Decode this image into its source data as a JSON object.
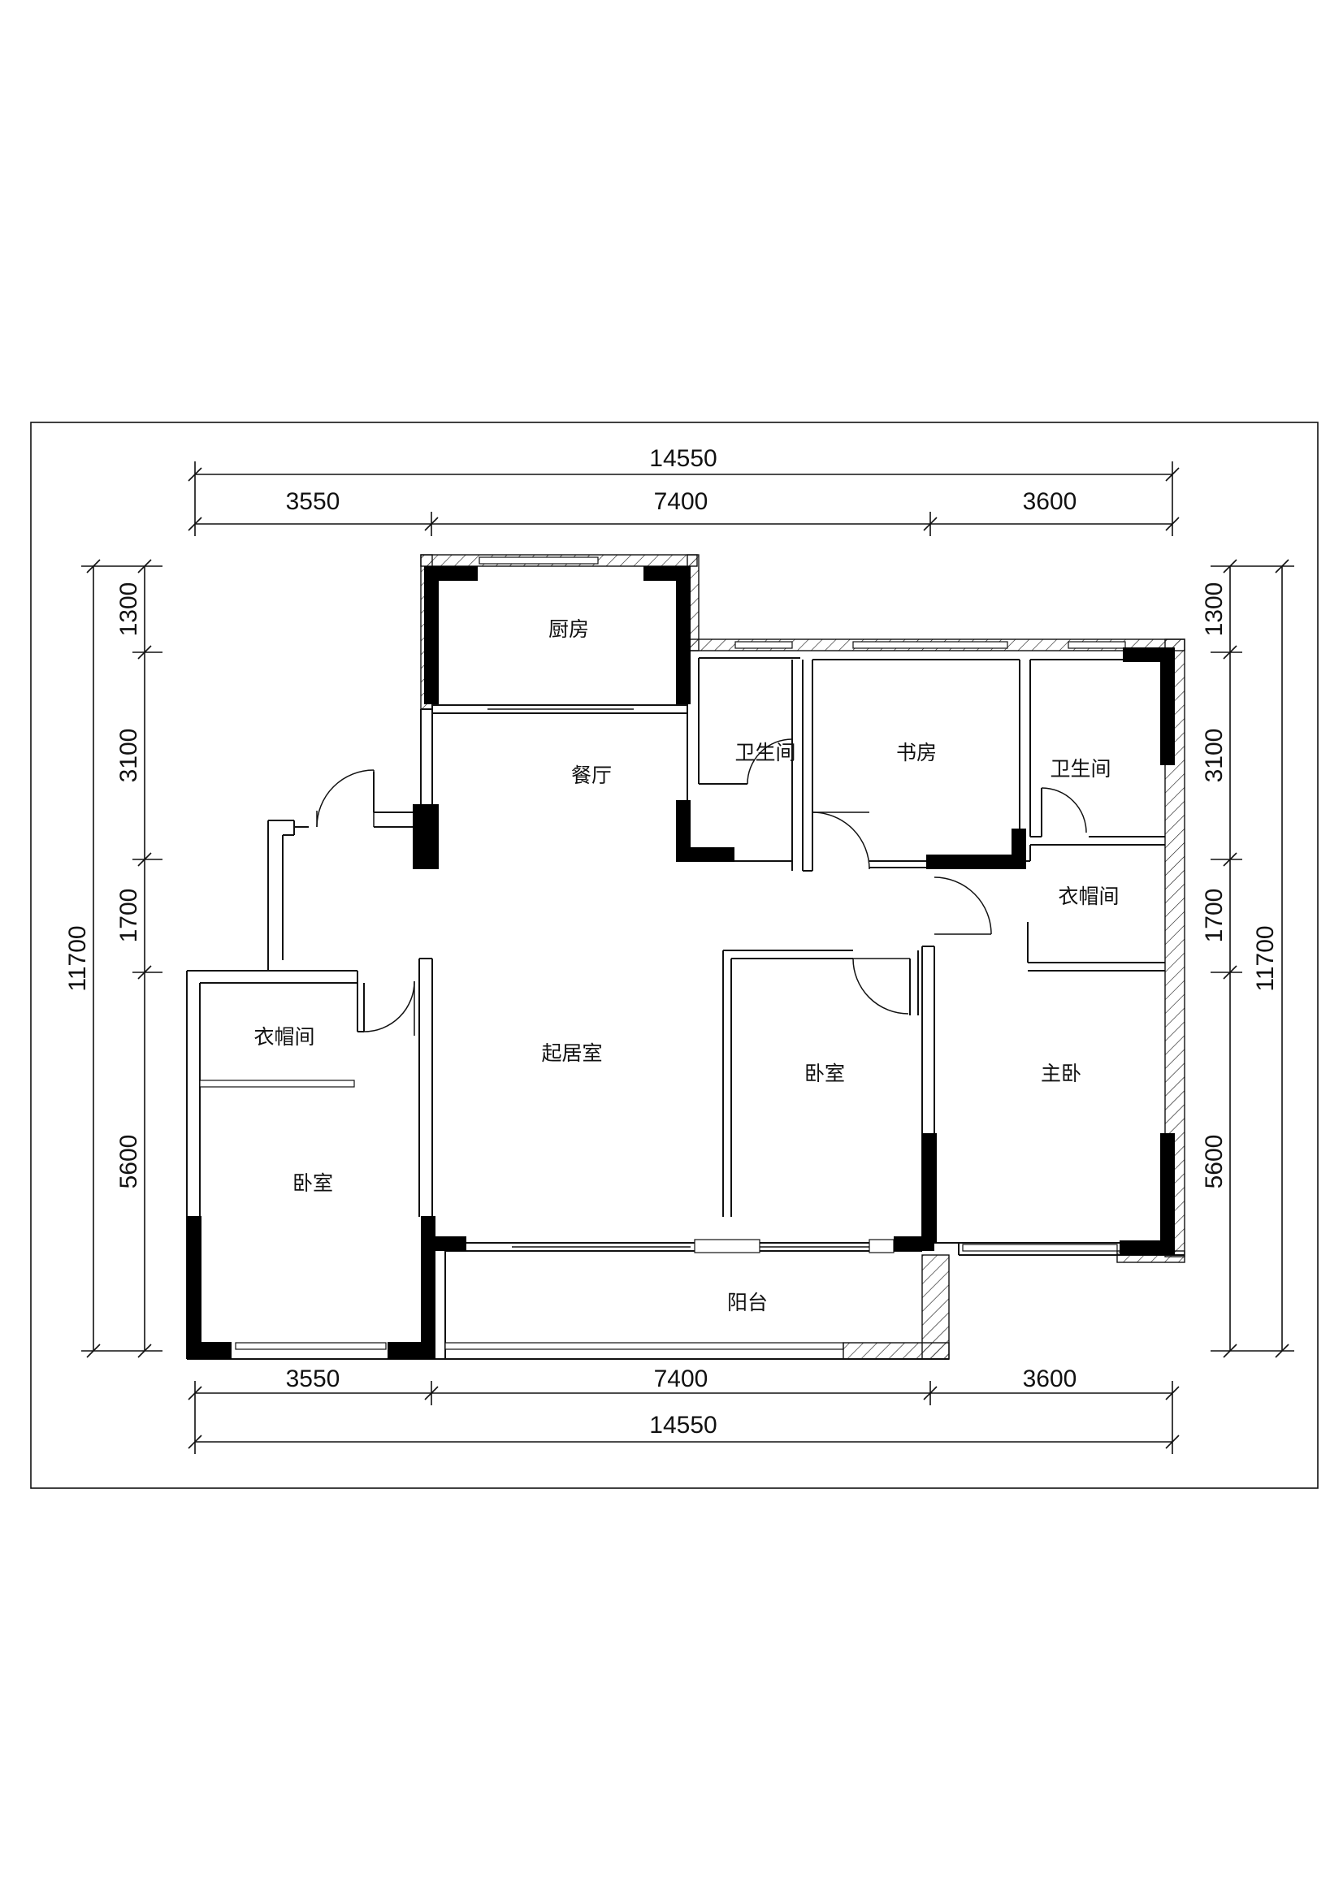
{
  "rooms": {
    "kitchen": "厨房",
    "dining": "餐厅",
    "bath_1": "卫生间",
    "study": "书房",
    "bath_2": "卫生间",
    "cloakroom_right": "衣帽间",
    "cloakroom_left": "衣帽间",
    "living": "起居室",
    "bedroom_middle": "卧室",
    "master_bedroom": "主卧",
    "bedroom_left": "卧室",
    "balcony": "阳台"
  },
  "dimensions": {
    "top": {
      "total": "14550",
      "segments": [
        "3550",
        "7400",
        "3600"
      ]
    },
    "bottom": {
      "total": "14550",
      "segments": [
        "3550",
        "7400",
        "3600"
      ]
    },
    "left": {
      "total": "11700",
      "segments": [
        "1300",
        "3100",
        "1700",
        "5600"
      ]
    },
    "right": {
      "total": "11700",
      "segments": [
        "1300",
        "3100",
        "1700",
        "5600"
      ]
    }
  },
  "colors": {
    "line": "#111111",
    "solid_wall": "#000000",
    "background": "#ffffff"
  }
}
